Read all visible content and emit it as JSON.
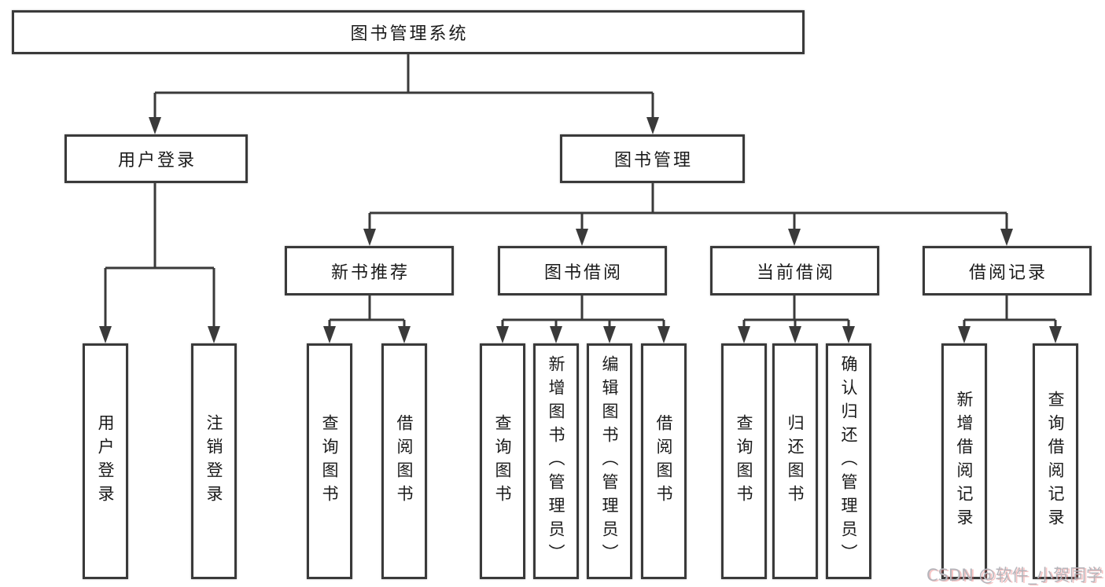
{
  "diagram": {
    "root": {
      "label": "图书管理系统",
      "children": [
        {
          "label": "用户登录",
          "children": [
            {
              "label": "用户登录"
            },
            {
              "label": "注销登录"
            }
          ]
        },
        {
          "label": "图书管理",
          "children": [
            {
              "label": "新书推荐",
              "children": [
                {
                  "label": "查询图书"
                },
                {
                  "label": "借阅图书"
                }
              ]
            },
            {
              "label": "图书借阅",
              "children": [
                {
                  "label": "查询图书"
                },
                {
                  "label": "新增图书（管理员）"
                },
                {
                  "label": "编辑图书（管理员）"
                },
                {
                  "label": "借阅图书"
                }
              ]
            },
            {
              "label": "当前借阅",
              "children": [
                {
                  "label": "查询图书"
                },
                {
                  "label": "归还图书"
                },
                {
                  "label": "确认归还（管理员）"
                }
              ]
            },
            {
              "label": "借阅记录",
              "children": [
                {
                  "label": "新增借阅记录"
                },
                {
                  "label": "查询借阅记录"
                }
              ]
            }
          ]
        }
      ]
    },
    "line_color": "#3a3a3a"
  },
  "watermark": {
    "text": "CSDN @软件_小贺同学"
  }
}
